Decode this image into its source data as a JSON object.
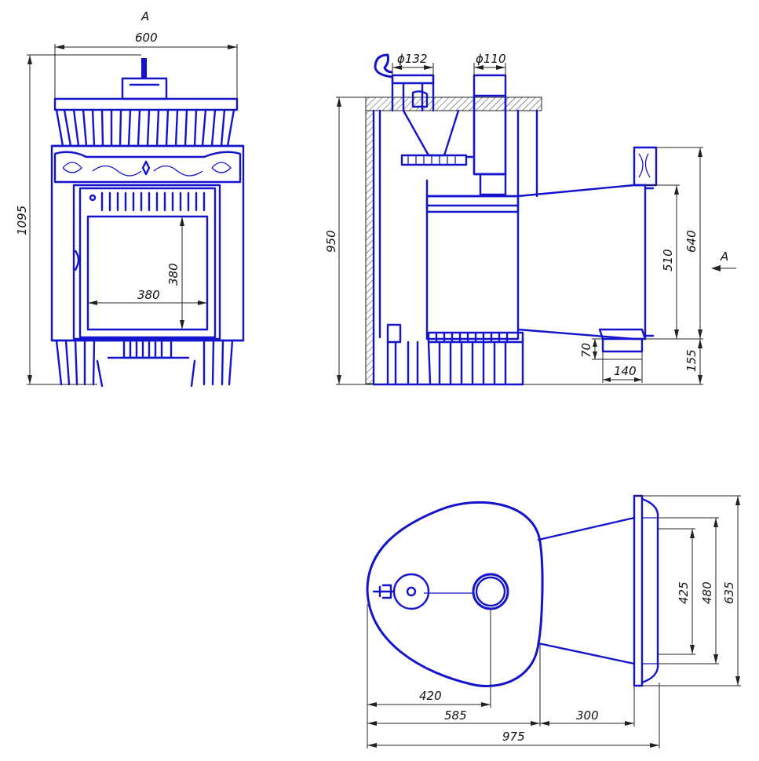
{
  "views": {
    "front": {
      "view_marker": "A",
      "dims": {
        "width": "600",
        "height": "1095",
        "door_width": "380",
        "door_height": "380"
      }
    },
    "side": {
      "dims": {
        "pipe_left": "ϕ132",
        "pipe_right": "ϕ110",
        "height": "950",
        "tunnel_outer": "640",
        "tunnel_inner": "510",
        "bottom": "155",
        "ash_height": "70",
        "ash_width": "140"
      },
      "view_arrow": "A"
    },
    "plan": {
      "dims": {
        "d420": "420",
        "d585": "585",
        "d300": "300",
        "d975": "975",
        "d425": "425",
        "d480": "480",
        "d635": "635"
      }
    }
  },
  "colors": {
    "drawing": "#1414cc",
    "dimension": "#222222",
    "background": "#ffffff"
  }
}
